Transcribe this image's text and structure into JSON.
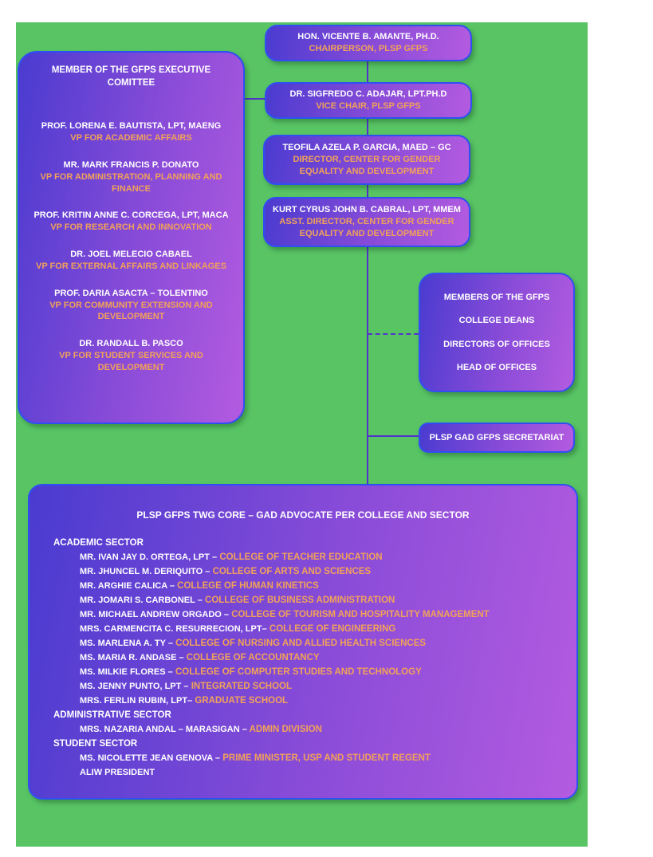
{
  "colors": {
    "background_green": "#58C464",
    "node_gradient_start": "#4A3BD0",
    "node_gradient_end": "#B35BE0",
    "node_border_blue": "#2F4FF2",
    "connector_purple": "#5233C9",
    "accent_orange": "#F2A259",
    "name_text": "#FFFFFF"
  },
  "chairperson": {
    "name": "HON. VICENTE B. AMANTE, PH.D.",
    "title": "CHAIRPERSON, PLSP GFPS"
  },
  "vice_chair": {
    "name": "DR. SIGFREDO C. ADAJAR, LPT.PH.D",
    "title": "VICE CHAIR, PLSP GFPS"
  },
  "director": {
    "name": "TEOFILA AZELA P. GARCIA, MAED – GC",
    "title": "DIRECTOR, CENTER FOR GENDER EQUALITY AND DEVELOPMENT"
  },
  "asst_director": {
    "name": "KURT CYRUS JOHN B. CABRAL, LPT, MMEM",
    "title": "ASST. DIRECTOR, CENTER FOR GENDER EQUALITY AND DEVELOPMENT"
  },
  "executive_committee": {
    "title": "MEMBER OF THE GFPS EXECUTIVE COMITTEE",
    "members": [
      {
        "name": "PROF. LORENA E. BAUTISTA, LPT, MAENG",
        "title": "VP FOR ACADEMIC AFFAIRS"
      },
      {
        "name": "MR. MARK FRANCIS P. DONATO",
        "title": "VP FOR ADMINISTRATION, PLANNING AND FINANCE"
      },
      {
        "name": "PROF. KRITIN ANNE C. CORCEGA, LPT, MACA",
        "title": "VP FOR RESEARCH AND INNOVATION"
      },
      {
        "name": "DR. JOEL MELECIO CABAEL",
        "title": "VP FOR EXTERNAL AFFAIRS AND LINKAGES"
      },
      {
        "name": "PROF. DARIA ASACTA – TOLENTINO",
        "title": "VP FOR COMMUNITY EXTENSION AND DEVELOPMENT"
      },
      {
        "name": "DR. RANDALL B. PASCO",
        "title": "VP FOR STUDENT SERVICES AND DEVELOPMENT"
      }
    ]
  },
  "gfps_members": {
    "title": "MEMBERS OF THE GFPS",
    "items": [
      "COLLEGE DEANS",
      "DIRECTORS OF OFFICES",
      "HEAD OF OFFICES"
    ]
  },
  "secretariat": {
    "label": "PLSP GAD GFPS SECRETARIAT"
  },
  "twg": {
    "title": "PLSP GFPS TWG CORE – GAD ADVOCATE PER COLLEGE AND SECTOR",
    "sections": [
      {
        "header": "ACADEMIC SECTOR",
        "items": [
          {
            "name": "MR. IVAN JAY D. ORTEGA, LPT –",
            "college": "COLLEGE OF TEACHER EDUCATION"
          },
          {
            "name": "MR. JHUNCEL M. DERIQUITO –",
            "college": "COLLEGE OF ARTS AND SCIENCES"
          },
          {
            "name": "MR. ARGHIE CALICA –",
            "college": "COLLEGE OF HUMAN KINETICS"
          },
          {
            "name": "MR. JOMARI S. CARBONEL –",
            "college": "COLLEGE OF BUSINESS ADMINISTRATION"
          },
          {
            "name": "MR. MICHAEL ANDREW ORGADO –",
            "college": "COLLEGE OF TOURISM AND HOSPITALITY MANAGEMENT"
          },
          {
            "name": "MRS. CARMENCITA C. RESURRECION, LPT–",
            "college": "COLLEGE OF ENGINEERING"
          },
          {
            "name": "MS. MARLENA A. TY –",
            "college": "COLLEGE OF NURSING AND ALLIED HEALTH SCIENCES"
          },
          {
            "name": "MS. MARIA R. ANDASE –",
            "college": "COLLEGE OF ACCOUNTANCY"
          },
          {
            "name": "MS. MILKIE FLORES –",
            "college": "COLLEGE OF COMPUTER STUDIES AND TECHNOLOGY"
          },
          {
            "name": "MS. JENNY PUNTO, LPT –",
            "college": "INTEGRATED SCHOOL"
          },
          {
            "name": "MRS. FERLIN RUBIN, LPT–",
            "college": "GRADUATE SCHOOL"
          }
        ]
      },
      {
        "header": "ADMINISTRATIVE SECTOR",
        "items": [
          {
            "name": "MRS. NAZARIA ANDAL – MARASIGAN –",
            "college": "ADMIN DIVISION"
          }
        ]
      },
      {
        "header": "STUDENT SECTOR",
        "items": [
          {
            "name": "MS. NICOLETTE JEAN GENOVA –",
            "college": "PRIME MINISTER, USP AND STUDENT REGENT"
          },
          {
            "name": "ALIW PRESIDENT",
            "college": ""
          }
        ]
      }
    ]
  }
}
